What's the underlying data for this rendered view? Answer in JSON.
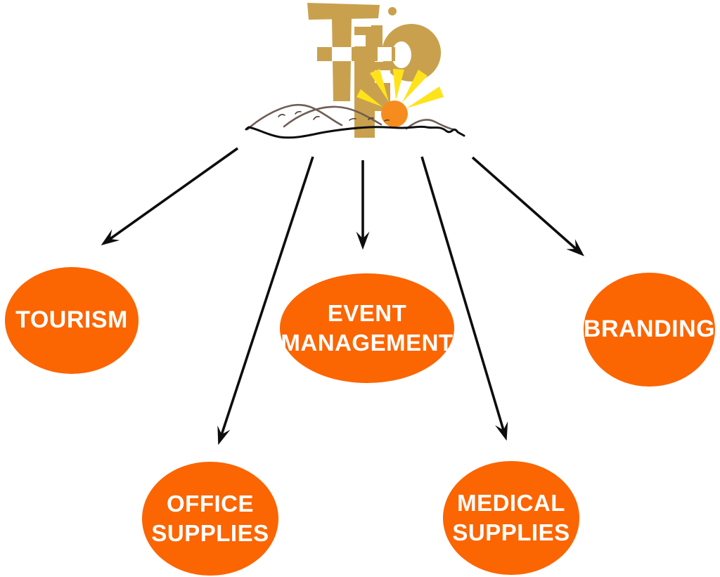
{
  "logo": {
    "name": "TTP sunrise-over-hills logo",
    "letters": "TTP"
  },
  "colors": {
    "node_fill": "#FB6502",
    "node_text": "#FFFFFF",
    "logo_gold": "#C9A14E",
    "sun": "#F68C1E",
    "rays": "#FFE31A",
    "hills": "#6F5E57",
    "lines": "#0D0D0D"
  },
  "nodes": [
    {
      "id": "tourism",
      "line1": "TOURISM",
      "line2": ""
    },
    {
      "id": "office-supplies",
      "line1": "OFFICE",
      "line2": "SUPPLIES"
    },
    {
      "id": "event-management",
      "line1": "EVENT",
      "line2": "MANAGEMENT"
    },
    {
      "id": "medical-supplies",
      "line1": "MEDICAL",
      "line2": "SUPPLIES"
    },
    {
      "id": "branding",
      "line1": "BRANDING",
      "line2": ""
    }
  ]
}
